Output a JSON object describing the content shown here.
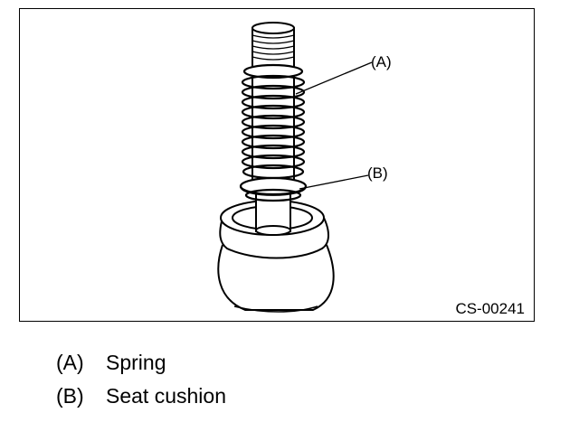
{
  "figure": {
    "code": "CS-00241",
    "callouts": [
      {
        "key": "(A)"
      },
      {
        "key": "(B)"
      }
    ]
  },
  "legend": [
    {
      "key": "(A)",
      "text": "Spring"
    },
    {
      "key": "(B)",
      "text": "Seat cushion"
    }
  ]
}
